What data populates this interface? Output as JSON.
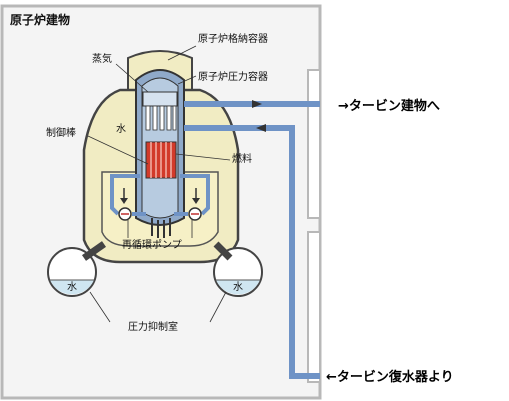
{
  "diagram": {
    "building_title": "原子炉建物",
    "labels": {
      "containment_vessel": "原子炉格納容器",
      "pressure_vessel": "原子炉圧力容器",
      "steam": "蒸気",
      "control_rod": "制御棒",
      "water_core": "水",
      "fuel": "燃料",
      "recirc_pump": "再循環ポンプ",
      "water_left": "水",
      "water_right": "水",
      "suppression_chamber": "圧力抑制室"
    },
    "external": {
      "to_turbine": "→タービン建物へ",
      "from_turbine": "←タービン復水器より"
    },
    "colors": {
      "building_wall": "#b8b8b8",
      "building_fill": "#f4f4f4",
      "containment": "#f1ecc3",
      "vessel": "#8fa9c9",
      "pipe": "#6f93c6",
      "core": "#d23a2a",
      "pool_water": "#cfe6f1"
    }
  }
}
